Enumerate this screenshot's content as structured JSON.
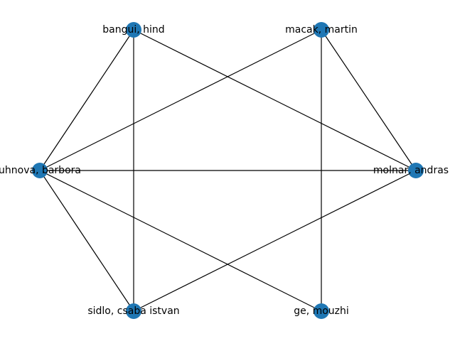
{
  "graph": {
    "node_color": "#1f77b4",
    "edge_color": "#000000",
    "nodes": [
      {
        "id": "bangui",
        "label": "bangui, hind"
      },
      {
        "id": "macak",
        "label": "macak, martin"
      },
      {
        "id": "molnar",
        "label": "molnar, andras"
      },
      {
        "id": "ge",
        "label": "ge, mouzhi"
      },
      {
        "id": "sidlo",
        "label": "sidlo, csaba istvan"
      },
      {
        "id": "barbora",
        "label": "uhnova, barbora"
      }
    ],
    "edges": [
      [
        "bangui",
        "barbora"
      ],
      [
        "bangui",
        "sidlo"
      ],
      [
        "bangui",
        "molnar"
      ],
      [
        "macak",
        "barbora"
      ],
      [
        "macak",
        "molnar"
      ],
      [
        "macak",
        "ge"
      ],
      [
        "barbora",
        "molnar"
      ],
      [
        "barbora",
        "sidlo"
      ],
      [
        "barbora",
        "ge"
      ],
      [
        "sidlo",
        "molnar"
      ]
    ]
  }
}
